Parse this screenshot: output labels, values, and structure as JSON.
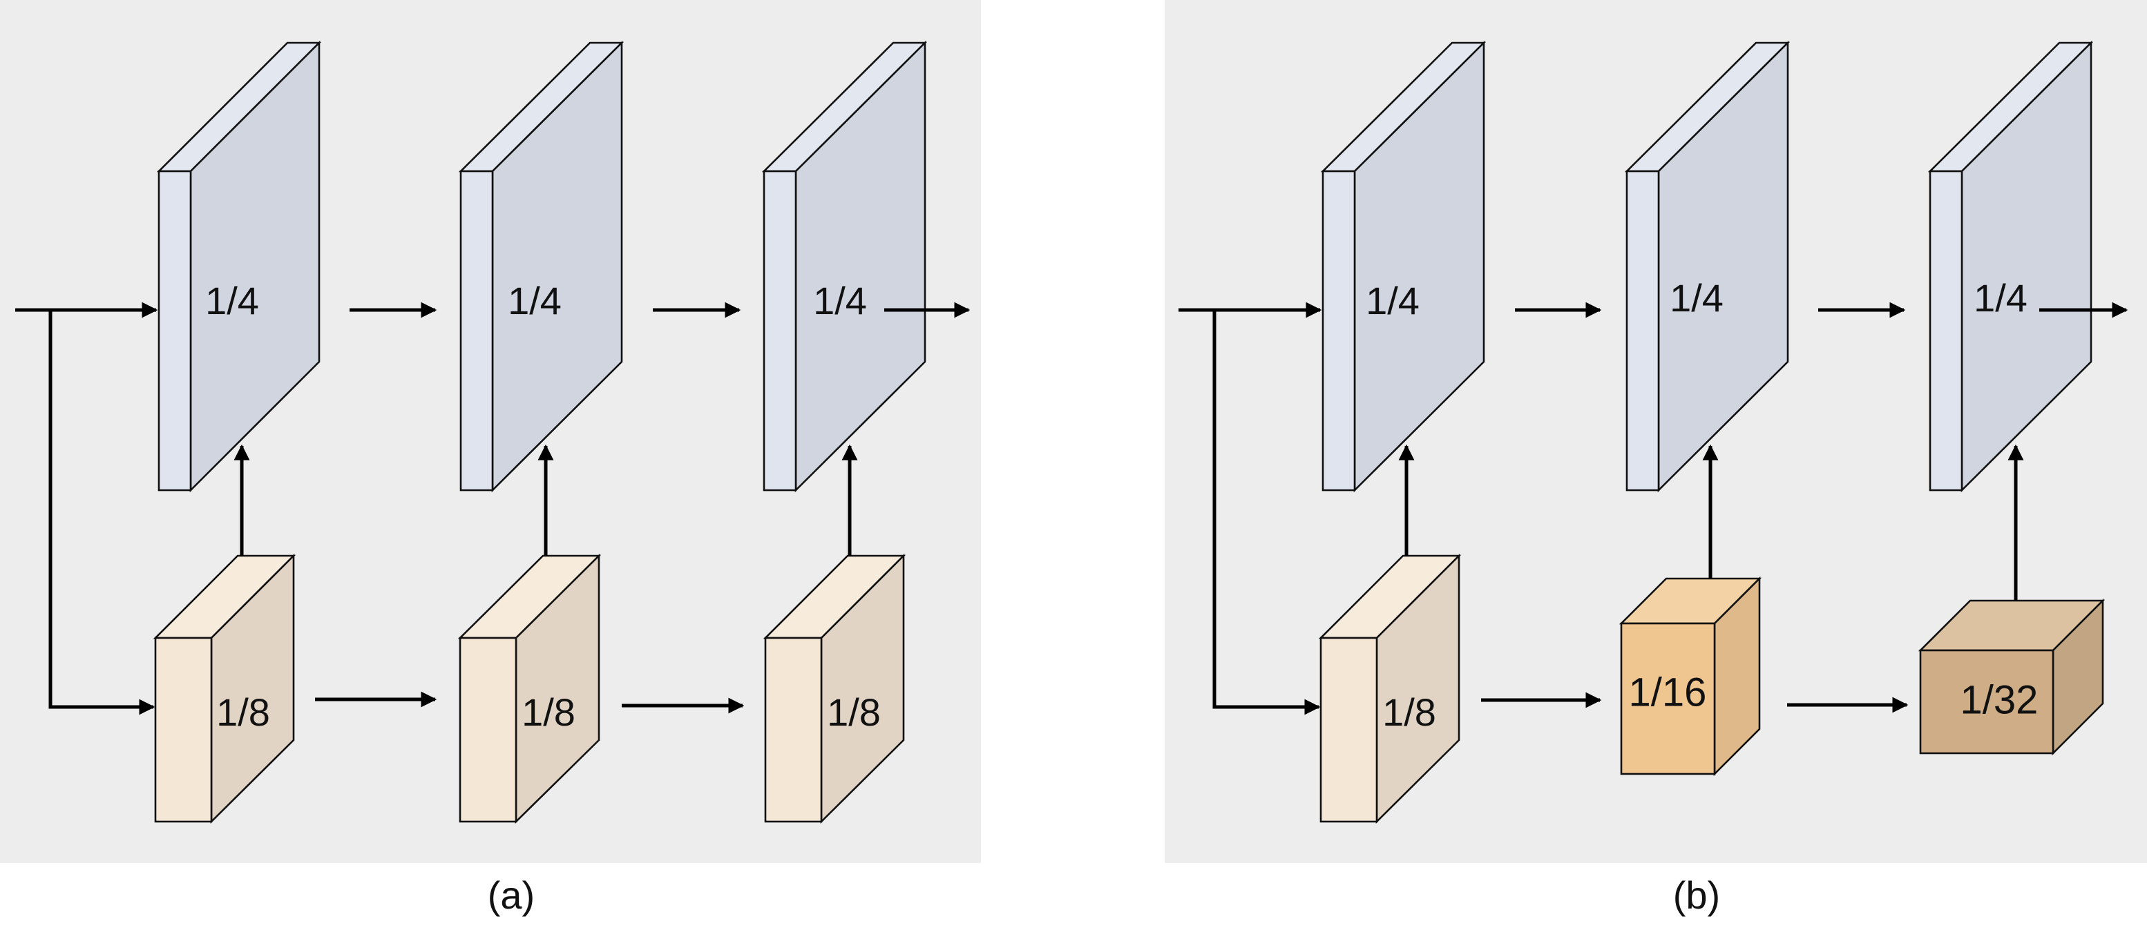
{
  "colors": {
    "panel_bg": "#ededed",
    "blue_front": "#e0e4ee",
    "blue_side": "#d0d5e0",
    "blue_top": "#e3e7f0",
    "cream_front": "#f5e7d6",
    "cream_side": "#e1d4c5",
    "cream_top": "#f7ebdc",
    "orange_front": "#efc590",
    "orange_side": "#dfb98a",
    "orange_top": "#f3d3a6",
    "brown_front": "#cfae87",
    "brown_side": "#c2a684",
    "brown_top": "#dcc2a1"
  },
  "panel_a": {
    "caption": "(a)",
    "top_labels": [
      "1/4",
      "1/4",
      "1/4"
    ],
    "bottom_labels": [
      "1/8",
      "1/8",
      "1/8"
    ]
  },
  "panel_b": {
    "caption": "(b)",
    "top_labels": [
      "1/4",
      "1/4",
      "1/4"
    ],
    "bottom_labels": [
      "1/8",
      "1/16",
      "1/32"
    ]
  }
}
